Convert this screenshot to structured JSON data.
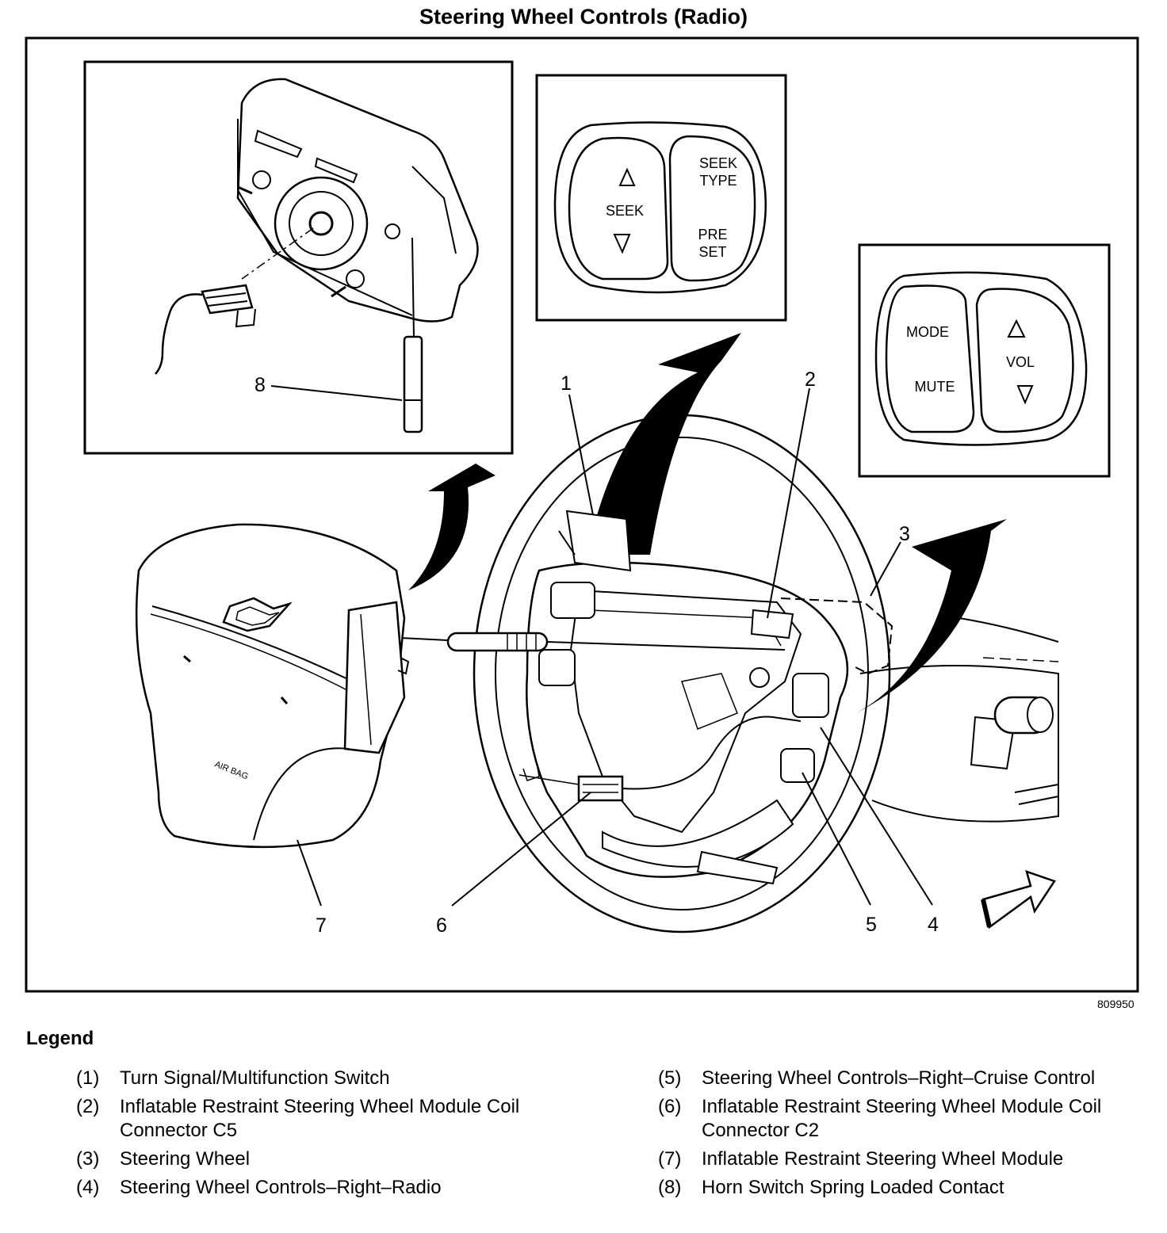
{
  "title": "Steering Wheel Controls (Radio)",
  "figure_id": "809950",
  "callouts": [
    "1",
    "2",
    "3",
    "4",
    "5",
    "6",
    "7",
    "8"
  ],
  "switches_left_inset": {
    "seek": "SEEK",
    "seek_type_line1": "SEEK",
    "seek_type_line2": "TYPE",
    "preset_line1": "PRE",
    "preset_line2": "SET"
  },
  "switches_right_inset": {
    "mode": "MODE",
    "mute": "MUTE",
    "vol": "VOL"
  },
  "airbag_label": "AIR BAG",
  "legend": {
    "title": "Legend",
    "items": [
      {
        "num": "(1)",
        "text": "Turn Signal/Multifunction Switch"
      },
      {
        "num": "(2)",
        "text": "Inflatable Restraint Steering Wheel Module Coil Connector C5"
      },
      {
        "num": "(3)",
        "text": "Steering Wheel"
      },
      {
        "num": "(4)",
        "text": "Steering Wheel Controls–Right–Radio"
      },
      {
        "num": "(5)",
        "text": "Steering Wheel Controls–Right–Cruise Control"
      },
      {
        "num": "(6)",
        "text": "Inflatable Restraint Steering Wheel Module Coil Connector C2"
      },
      {
        "num": "(7)",
        "text": "Inflatable Restraint Steering Wheel Module"
      },
      {
        "num": "(8)",
        "text": "Horn Switch Spring Loaded Contact"
      }
    ]
  }
}
